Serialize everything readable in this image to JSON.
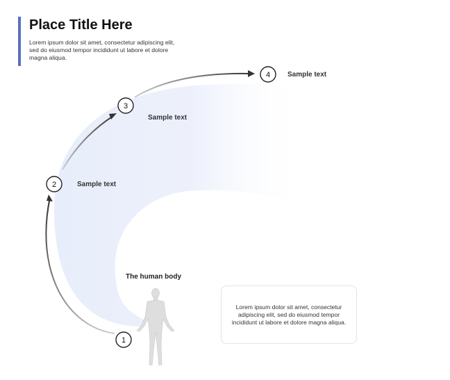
{
  "title": "Place Title Here",
  "subtitle": "Lorem ipsum dolor sit amet, consectetur adipiscing elit, sed do eiusmod tempor incididunt ut labore et dolore magna aliqua.",
  "steps": [
    {
      "number": "1",
      "label": ""
    },
    {
      "number": "2",
      "label": "Sample text"
    },
    {
      "number": "3",
      "label": "Sample text"
    },
    {
      "number": "4",
      "label": "Sample text"
    }
  ],
  "body_label": "The human body",
  "info_text": "Lorem ipsum dolor sit amet, consectetur adipiscing elit, sed do eiusmod tempor incididunt ut labore et dolore magna aliqua.",
  "colors": {
    "accent": "#5b6fbf",
    "band": "#e8edfb",
    "arrow": "#333333",
    "figure": "#d8d8d8"
  },
  "icons": {
    "figure": "human-body-icon",
    "arrowhead": "arrowhead-icon"
  }
}
